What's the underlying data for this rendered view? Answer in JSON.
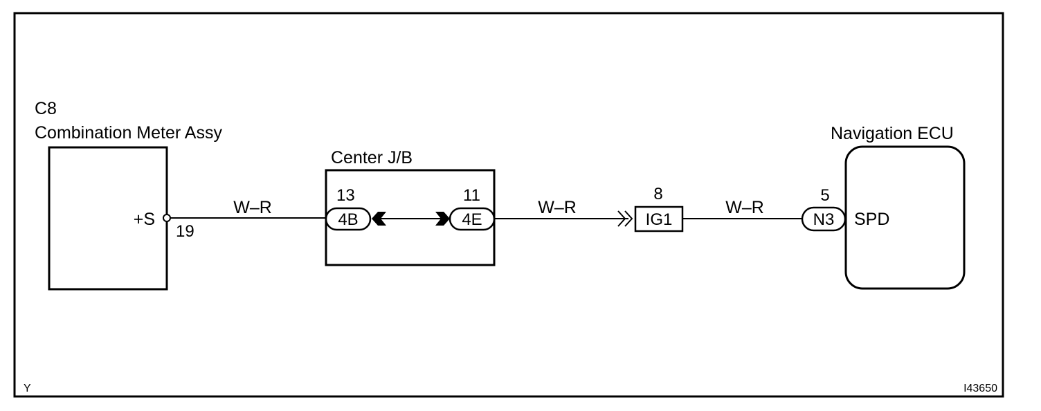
{
  "components": {
    "meter": {
      "code": "C8",
      "name": "Combination Meter Assy",
      "terminal": "+S",
      "pin": "19"
    },
    "junction_block": {
      "name": "Center J/B",
      "left_pin": "13",
      "left_connector": "4B",
      "right_pin": "11",
      "right_connector": "4E"
    },
    "ig1_connector": {
      "pin": "8",
      "label": "IG1"
    },
    "navigation_ecu": {
      "name": "Navigation ECU",
      "pin": "5",
      "connector": "N3",
      "terminal": "SPD"
    }
  },
  "wires": {
    "segment_1": "W–R",
    "segment_2": "W–R",
    "segment_3": "W–R"
  },
  "footer": {
    "left_mark": "Y",
    "figure_id": "I43650"
  }
}
